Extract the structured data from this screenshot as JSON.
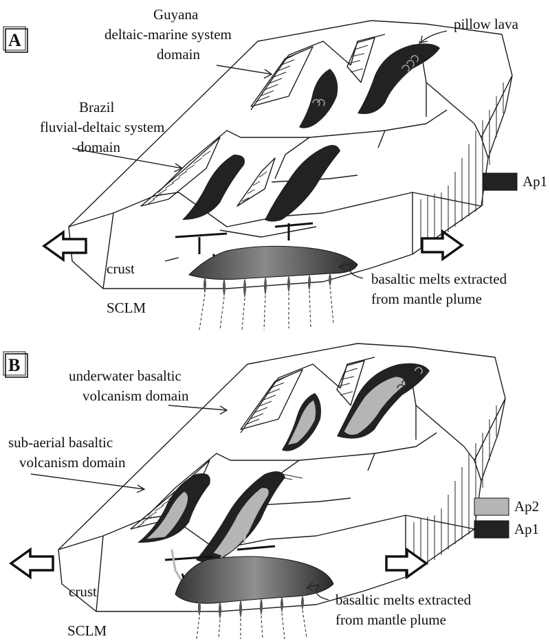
{
  "panels": [
    {
      "letter": "A",
      "labels": {
        "top_domain_line1": "Guyana",
        "top_domain_line2": "deltaic-marine system",
        "top_domain_line3": "domain",
        "left_domain_line1": "Brazil",
        "left_domain_line2": "fluvial-deltaic system",
        "left_domain_line3": "domain",
        "pillow": "pillow lava",
        "crust": "crust",
        "sclm": "SCLM",
        "melts_line1": "basaltic melts extracted",
        "melts_line2": "from mantle plume"
      },
      "legend": [
        {
          "label": "Ap1",
          "color": "#222222"
        }
      ]
    },
    {
      "letter": "B",
      "labels": {
        "top_domain_line1": "underwater basaltic",
        "top_domain_line2": "volcanism domain",
        "left_domain_line1": "sub-aerial basaltic",
        "left_domain_line2": "volcanism domain",
        "crust": "crust",
        "sclm": "SCLM",
        "melts_line1": "basaltic melts extracted",
        "melts_line2": "from mantle plume"
      },
      "legend": [
        {
          "label": "Ap2",
          "color": "#b5b5b5"
        },
        {
          "label": "Ap1",
          "color": "#222222"
        }
      ]
    }
  ]
}
